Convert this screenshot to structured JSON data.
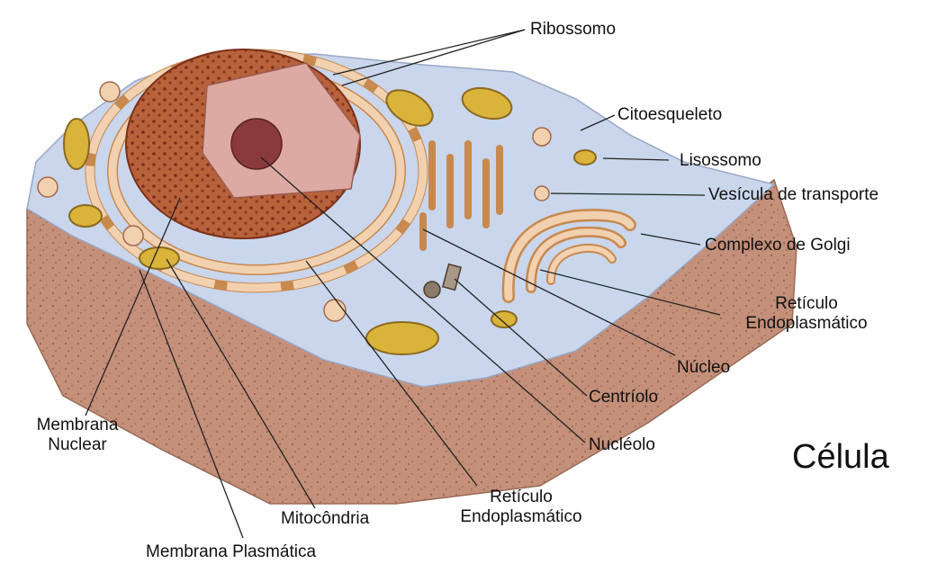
{
  "title": "Célula",
  "labels": {
    "ribossomo": "Ribossomo",
    "citoesqueleto": "Citoesqueleto",
    "lisossomo": "Lisossomo",
    "vesicula_transporte": "Vesícula de transporte",
    "complexo_golgi": "Complexo de Golgi",
    "reticulo_right_line1": "Retículo",
    "reticulo_right_line2": "Endoplasmático",
    "nucleo": "Núcleo",
    "centriolo": "Centríolo",
    "nucleolo": "Nucléolo",
    "reticulo_bottom_line1": "Retículo",
    "reticulo_bottom_line2": "Endoplasmático",
    "mitocondria": "Mitocôndria",
    "membrana_plasmatica": "Membrana Plasmática",
    "membrana_nuclear_line1": "Membrana",
    "membrana_nuclear_line2": "Nuclear"
  },
  "colors": {
    "cytoplasm": "#c9d6ec",
    "cell_body": "#c89478",
    "nucleus": "#b05a38",
    "nucleolus": "#8a3a3a",
    "organelle": "#f1d1b0",
    "mitochondria": "#d9b33a",
    "leader_line": "#222222"
  }
}
